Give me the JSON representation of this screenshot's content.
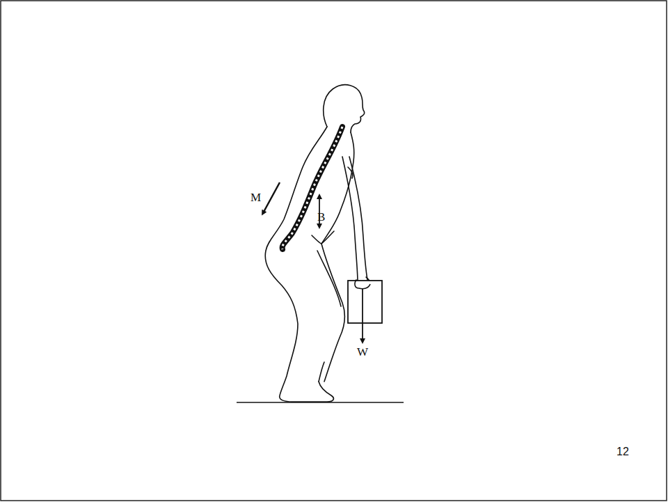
{
  "diagram": {
    "labels": [
      "M",
      "B",
      "W",
      "12"
    ]
  }
}
